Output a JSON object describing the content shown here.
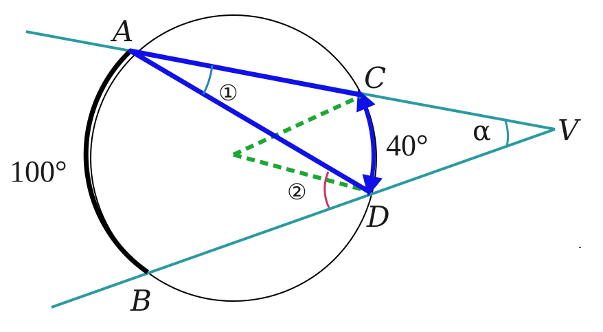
{
  "points": {
    "A": "A",
    "B": "B",
    "C": "C",
    "D": "D",
    "V": "V"
  },
  "arcs": {
    "major_arc_label": "100°",
    "minor_arc_label": "40°"
  },
  "angles": {
    "vertex_angle": "α",
    "angle_one": "①",
    "angle_two": "②"
  },
  "colors": {
    "secant_lines": "#2a9aa0",
    "chords": "#1010e8",
    "radii_dotted": "#1aa832",
    "arc_100": "#000000",
    "circle": "#000000",
    "angle_one_mark": "#2a7fc0",
    "angle_two_mark": "#d0306a",
    "angle_alpha_mark": "#2a9aa0"
  }
}
